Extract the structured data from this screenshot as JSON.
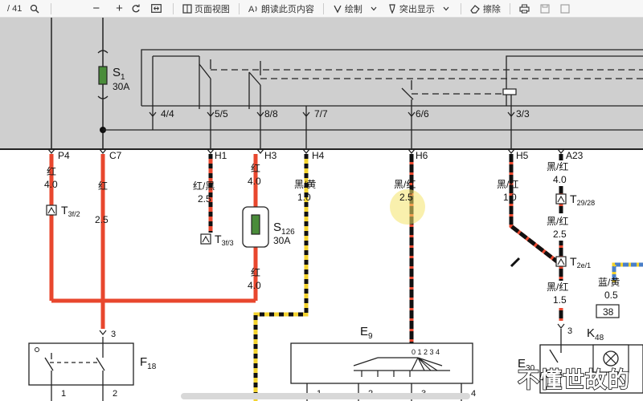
{
  "toolbar": {
    "page_indicator": "/ 41",
    "zoom_out": "−",
    "zoom_in": "+",
    "page_view": "页面视图",
    "read_aloud": "朗读此页内容",
    "draw": "绘制",
    "highlight": "突出显示",
    "erase": "擦除"
  },
  "diagram": {
    "fuse_s1": {
      "name": "S",
      "sub": "1",
      "rating": "30A"
    },
    "fuse_s126": {
      "name": "S",
      "sub": "126",
      "rating": "30A"
    },
    "upper_terminals": [
      "4/4",
      "5/5",
      "8/8",
      "7/7",
      "6/6",
      "3/3"
    ],
    "connectors": [
      "P4",
      "C7",
      "H1",
      "H3",
      "H4",
      "H6",
      "H5",
      "A23"
    ],
    "wires": {
      "p4": {
        "color": "红",
        "size": "4.0"
      },
      "c7": {
        "color": "红",
        "size": "2.5"
      },
      "h1": {
        "color": "红/黑",
        "size": "2.5"
      },
      "h3_top": {
        "color": "红",
        "size": "4.0"
      },
      "h3_bottom": {
        "color": "红",
        "size": "4.0"
      },
      "h4": {
        "color": "黑/黄",
        "size": "1.0"
      },
      "h6": {
        "color": "黑/红",
        "size": "2.5"
      },
      "h5": {
        "color": "黑/红",
        "size": "1.0"
      },
      "a23_1": {
        "color": "黑/红",
        "size": "4.0"
      },
      "a23_2": {
        "color": "黑/红",
        "size": "2.5"
      },
      "a23_3": {
        "color": "黑/红",
        "size": "1.5"
      },
      "blue": {
        "color": "蓝/黄",
        "size": "0.5"
      }
    },
    "t_connectors": {
      "t3f2": {
        "name": "T",
        "sub": "3f/2"
      },
      "t3f3": {
        "name": "T",
        "sub": "3f/3"
      },
      "t2928": {
        "name": "T",
        "sub": "29/28"
      },
      "t2e1": {
        "name": "T",
        "sub": "2e/1"
      }
    },
    "components": {
      "f18": {
        "name": "F",
        "sub": "18"
      },
      "e9": {
        "name": "E",
        "sub": "9"
      },
      "e30": {
        "name": "E",
        "sub": "30"
      },
      "k48": {
        "name": "K",
        "sub": "48"
      }
    },
    "pins": {
      "f18_in": "3",
      "k48_in": "3",
      "f18_p1": "1",
      "f18_p2": "2",
      "e9_p1": "1",
      "e9_p2": "2",
      "e9_p3": "3",
      "e9_p4": "4"
    },
    "switch_positions": "0 1 2 3 4",
    "box_38": "38"
  },
  "caption": "不懂世故的"
}
